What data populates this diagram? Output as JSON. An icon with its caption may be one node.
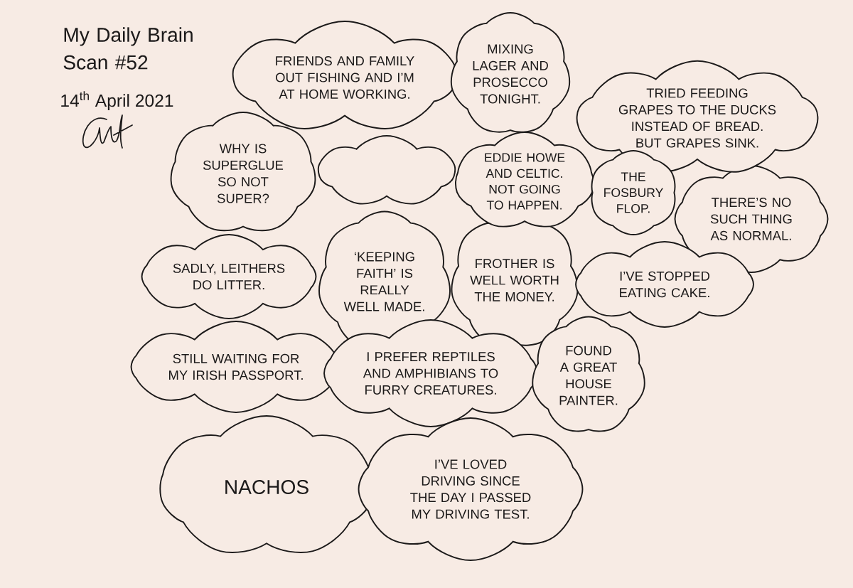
{
  "diagram": {
    "title": "My Daily Brain Scan #52",
    "nodes": [
      {
        "text": [
          "FRIENDS AND FAMILY OUT FISHING AND I’M AT HOME WORKING."
        ]
      },
      {
        "text": [
          "MIXING LAGER AND PROSECCO TONIGHT."
        ]
      },
      {
        "text": [
          "TRIED FEEDING GRAPES TO THE DUCKS INSTEAD OF BREAD. BUT GRAPES SINK."
        ]
      },
      {
        "text": [
          "WHY IS SUPERGLUE SO NOT SUPER?"
        ]
      },
      {
        "text": [],
        "shape": "cloud"
      },
      {
        "text": [
          "EDDIE HOWE AND CELTIC. NOT GOING TO HAPPEN."
        ]
      },
      {
        "text": [
          "THE FOSBURY FLOP."
        ]
      },
      {
        "text": [
          "THERE’S NO SUCH THING AS NORMAL."
        ]
      },
      {
        "text": [
          "SADLY, LEITHERS DO LITTER."
        ]
      },
      {
        "text": [
          "‘KEEPING FAITH’ IS REALLY WELL MADE."
        ]
      },
      {
        "text": [
          "FROTHER IS WELL WORTH THE MONEY."
        ]
      },
      {
        "text": [
          "I’VE STOPPED EATING CAKE."
        ]
      },
      {
        "text": [
          "STILL WAITING FOR MY IRISH PASSPORT."
        ]
      },
      {
        "text": [
          "I PREFER REPTILES AND AMPHIBIANS TO FURRY CREATURES."
        ]
      },
      {
        "text": [
          "FOUND A GREAT HOUSE PAINTER."
        ]
      },
      {
        "text": [
          "NACHOS"
        ]
      },
      {
        "text": [
          "I’VE LOVED DRIVING SINCE THE DAY I PASSED MY DRIVING TEST."
        ]
      }
    ],
    "labels": [
      "14$^{th}$ April 2021"
    ]
  }
}
